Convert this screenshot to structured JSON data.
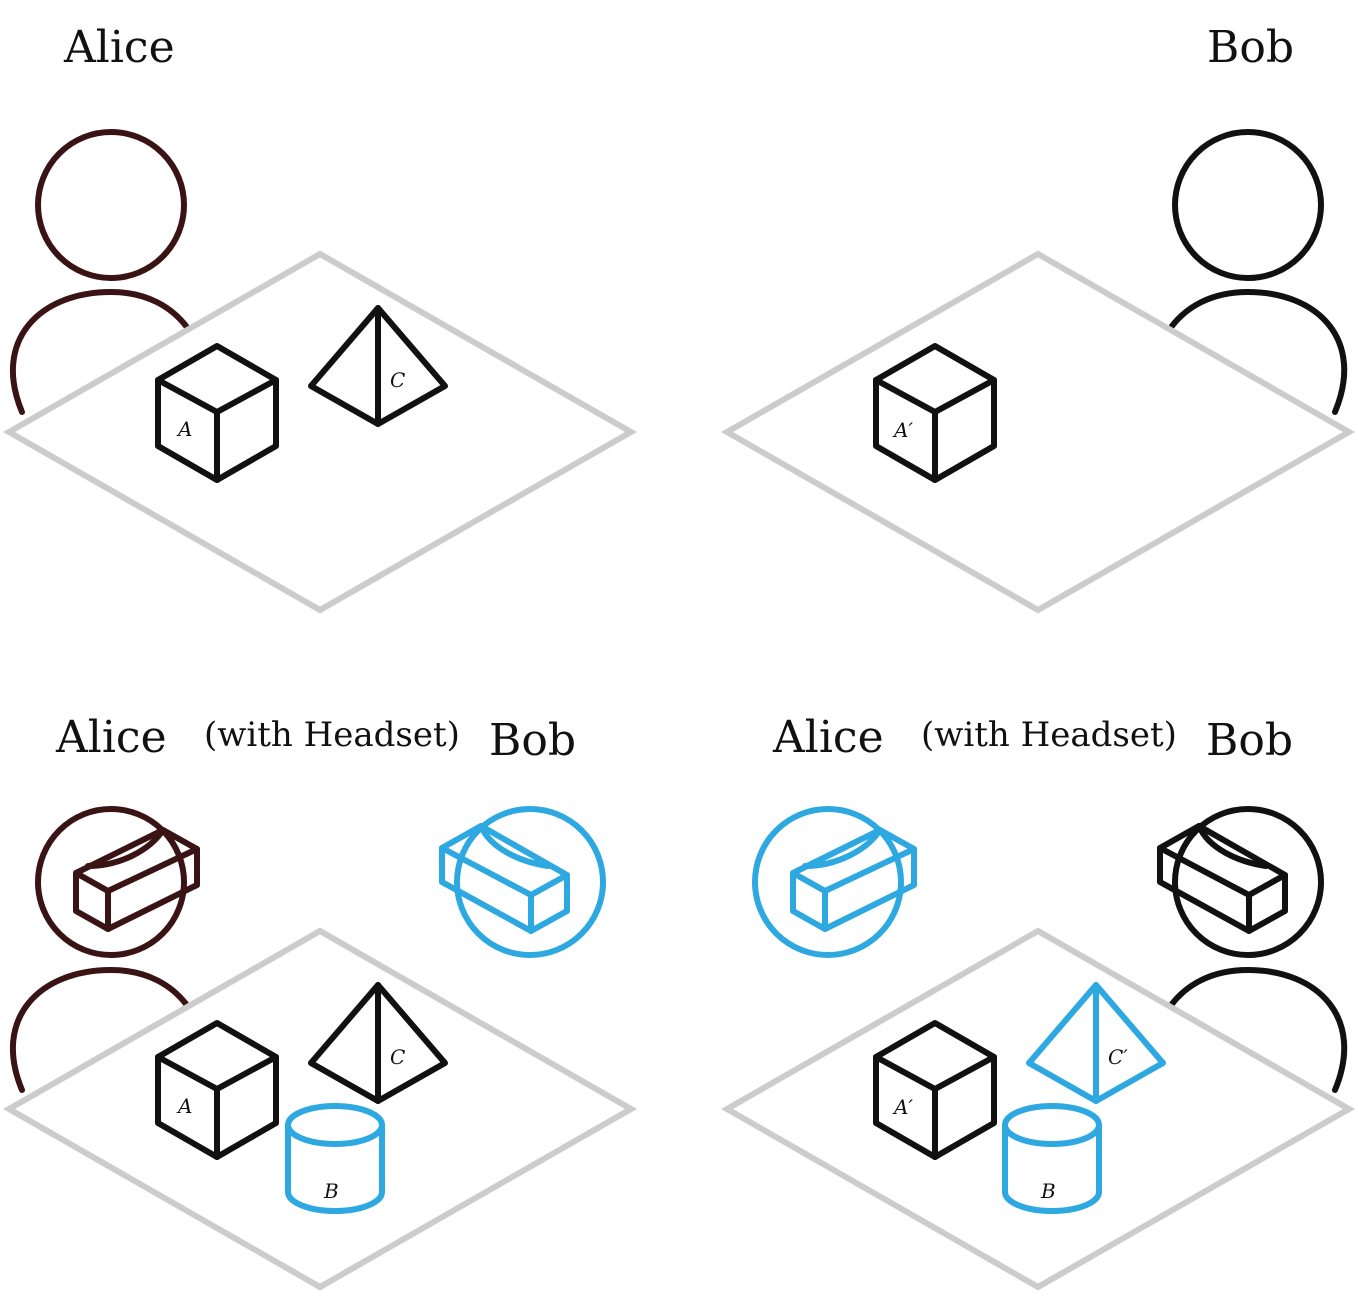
{
  "panels": {
    "top_left": {
      "person_label": "Alice",
      "objects": [
        "A",
        "C"
      ]
    },
    "top_right": {
      "person_label": "Bob",
      "objects": [
        "A′"
      ]
    },
    "bottom_left": {
      "left_label": "Alice",
      "middle_label": "(with Headset)",
      "right_label": "Bob",
      "objects": [
        "A",
        "C",
        "B"
      ]
    },
    "bottom_right": {
      "left_label": "Alice",
      "middle_label": "(with Headset)",
      "right_label": "Bob",
      "objects": [
        "A′",
        "C′",
        "B"
      ]
    }
  },
  "colors": {
    "alice": "#3a1414",
    "bob": "#111111",
    "virtual": "#2ea8e0",
    "table": "#cccccc",
    "object": "#111111"
  }
}
